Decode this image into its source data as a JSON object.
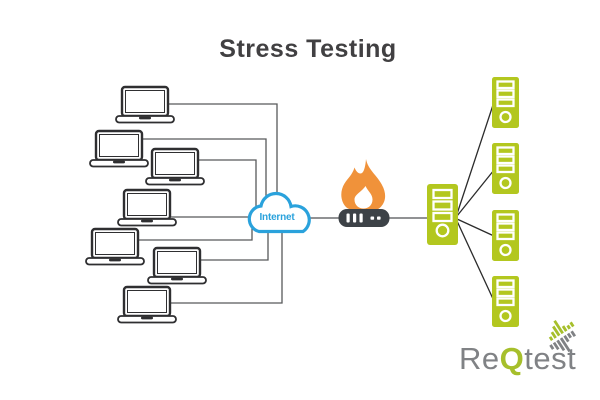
{
  "title": "Stress Testing",
  "diagram": {
    "clients": {
      "type": "laptop",
      "count": 7
    },
    "cloud": {
      "label": "Internet"
    },
    "bottleneck": {
      "icon": "flame",
      "device": "router"
    },
    "servers": {
      "main_count": 1,
      "target_count": 4
    }
  },
  "logo": {
    "part1": "Re",
    "part2": "Q",
    "part3": "test"
  },
  "colors": {
    "title_text": "#414042",
    "cloud_blue": "#2aa2dc",
    "flame_orange": "#f0923a",
    "router_dark": "#3d4247",
    "server_green": "#b3c71f",
    "line_gray": "#58595b",
    "laptop_outline": "#2f2f31",
    "logo_gray": "#808285",
    "logo_green": "#a6bf2b"
  }
}
